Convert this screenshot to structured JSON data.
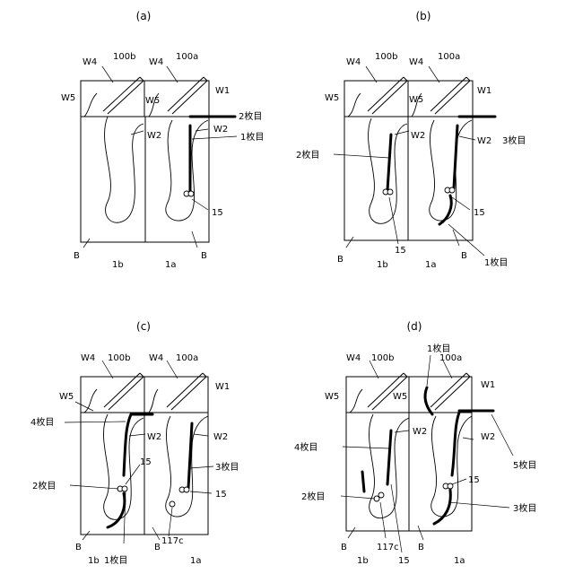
{
  "panels": [
    {
      "caption": "(a)",
      "labels": {
        "w4_left": "W4",
        "w4_right": "W4",
        "n100b": "100b",
        "n100a": "100a",
        "w5_left": "W5",
        "w5_mid": "W5",
        "w1": "W1",
        "w2_left": "W2",
        "w2_right": "W2",
        "n15": "15",
        "b_left": "B",
        "b_right": "B",
        "n1b": "1b",
        "n1a": "1a",
        "s2": "2枚目",
        "s1": "1枚目"
      }
    },
    {
      "caption": "(b)",
      "labels": {
        "w4_left": "W4",
        "w4_right": "W4",
        "n100b": "100b",
        "n100a": "100a",
        "w5_left": "W5",
        "w5_mid": "W5",
        "w1": "W1",
        "w2_left": "W2",
        "w2_right": "W2",
        "n15_left": "15",
        "n15_right": "15",
        "b_left": "B",
        "b_right": "B",
        "n1b": "1b",
        "n1a": "1a",
        "s2": "2枚目",
        "s3": "3枚目",
        "s1": "1枚目"
      }
    },
    {
      "caption": "(c)",
      "labels": {
        "w4_left": "W4",
        "w4_right": "W4",
        "n100b": "100b",
        "n100a": "100a",
        "w5": "W5",
        "w1": "W1",
        "w2_left": "W2",
        "w2_right": "W2",
        "n15_left": "15",
        "n15_right": "15",
        "s4": "4枚目",
        "s2": "2枚目",
        "s3": "3枚目",
        "s1": "1枚目",
        "b_left": "B",
        "b_right": "B",
        "n1b": "1b",
        "n117c": "117c",
        "n1a": "1a"
      }
    },
    {
      "caption": "(d)",
      "labels": {
        "w4": "W4",
        "n100b": "100b",
        "n100a": "100a",
        "w5_left": "W5",
        "w5_mid": "W5",
        "w1": "W1",
        "w2_left": "W2",
        "w2_right": "W2",
        "n15": "15",
        "s1": "1枚目",
        "s4": "4枚目",
        "s5": "5枚目",
        "s2": "2枚目",
        "s3": "3枚目",
        "b_left": "B",
        "b_right": "B",
        "n1b": "1b",
        "n117c": "117c",
        "n15_bottom": "15",
        "n1a": "1a"
      }
    }
  ]
}
